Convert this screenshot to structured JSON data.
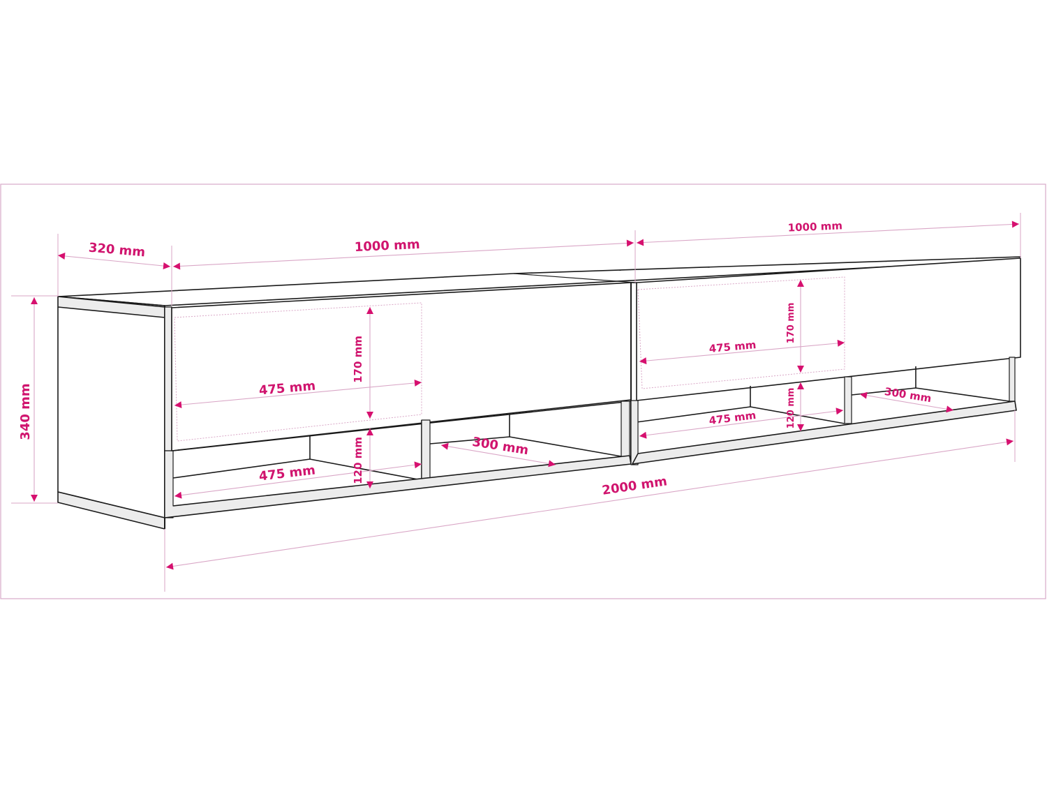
{
  "drawing": {
    "subject": "Wall-mounted TV cabinet, two modules, technical dimension drawing",
    "colors": {
      "accent": "#d6106f",
      "dimension_line": "#d9a6c6",
      "frame": "#d7a9c8",
      "outline": "#1a1a1a",
      "panel_edge": "#ececec",
      "background": "#ffffff"
    },
    "dimensions": {
      "depth": "320 mm",
      "height": "340 mm",
      "total_width": "2000 mm",
      "module_left_width": "1000 mm",
      "module_right_width": "1000 mm",
      "left_module": {
        "flap_width": "475 mm",
        "flap_height": "170 mm",
        "shelf_width": "475 mm",
        "shelf_height": "120 mm",
        "open_compartment_depth": "300 mm"
      },
      "right_module": {
        "flap_width": "475 mm",
        "flap_height": "170 mm",
        "shelf_width": "475 mm",
        "shelf_height": "120 mm",
        "open_compartment_depth": "300 mm"
      }
    }
  }
}
